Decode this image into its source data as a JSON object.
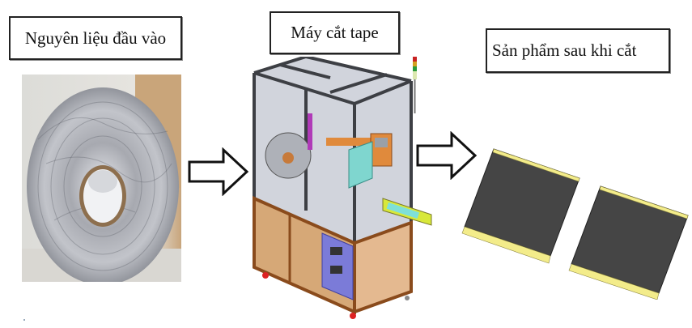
{
  "stages": {
    "input": {
      "label": "Nguyên liệu đầu vào",
      "image": "aluminum-tape-roll"
    },
    "machine": {
      "label": "Máy cắt tape",
      "image": "tape-cutting-machine"
    },
    "output": {
      "label": "Sản phẩm sau khi cắt",
      "image": "cut-tape-sheets"
    }
  },
  "arrows": [
    {
      "from": "input",
      "to": "machine",
      "icon": "right-arrow-icon"
    },
    {
      "from": "machine",
      "to": "output",
      "icon": "right-arrow-icon"
    }
  ],
  "colors": {
    "box_border": "#222222",
    "sheet_body": "#454545",
    "sheet_edge": "#f3ec8a",
    "machine_frame": "#3d3f44",
    "machine_base": "#8a4b1c",
    "machine_panel": "#7b7bd8",
    "machine_glass": "#c9ccd6"
  }
}
